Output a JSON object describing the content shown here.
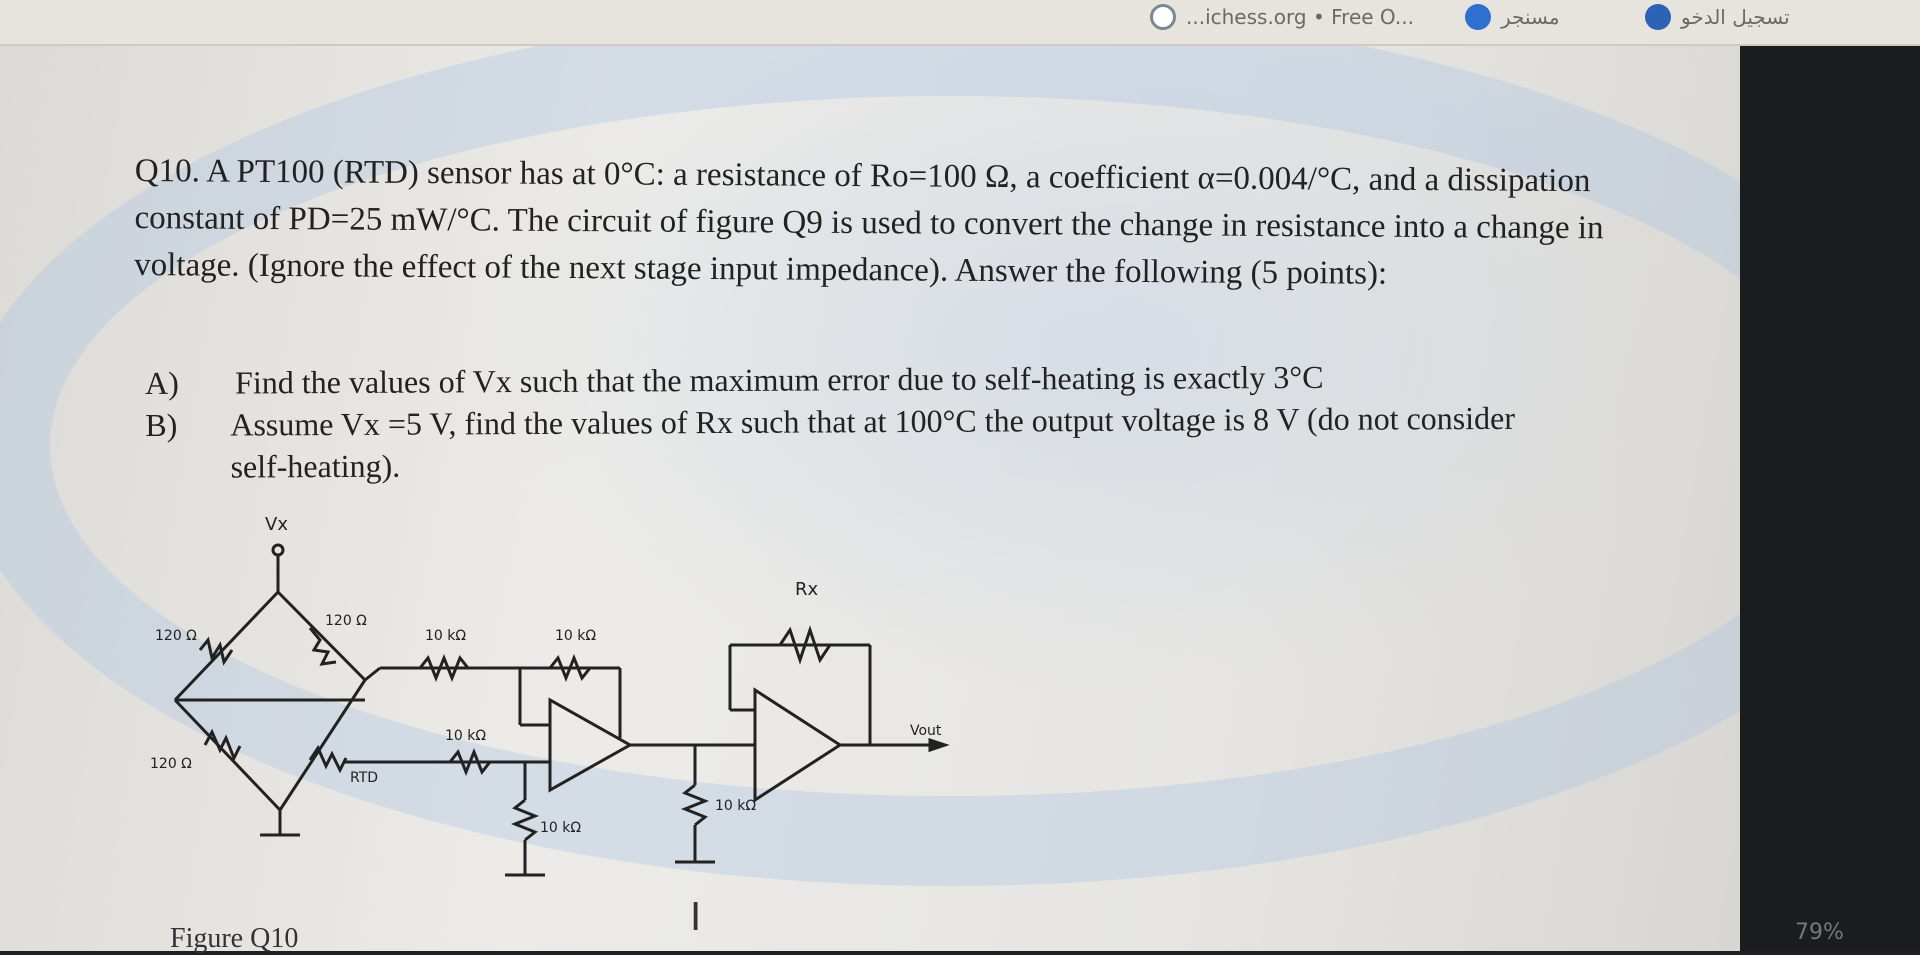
{
  "bookmarks": [
    {
      "label": "...ichess.org • Free O...",
      "icon": "chess-icon"
    },
    {
      "label": "مسنجر",
      "icon": "facebook-icon"
    },
    {
      "label": "تسجيل الدخو",
      "icon": "globe-icon"
    }
  ],
  "question": {
    "text": "Q10. A PT100 (RTD) sensor has at 0°C: a resistance of Ro=100 Ω, a coefficient α=0.004/°C, and a dissipation constant of PD=25 mW/°C. The circuit of figure Q9 is used to convert the change in resistance into a change in voltage. (Ignore the effect of the next stage input impedance). Answer the following (5 points):"
  },
  "parts": [
    {
      "label": "A)",
      "text": "Find the values of Vx such that the maximum error due to self-heating is exactly 3°C"
    },
    {
      "label": "B)",
      "text": "Assume Vx =5 V, find the values of Rx such that at 100°C the output voltage is 8 V (do not consider self-heating)."
    }
  ],
  "figure": {
    "caption": "Figure Q10",
    "labels": {
      "vx": "Vx",
      "rx": "Rx",
      "r1": "120 Ω",
      "r2": "120 Ω",
      "r3": "120 Ω",
      "rtd": "RTD",
      "r_in1": "10 kΩ",
      "r_fb1": "10 kΩ",
      "r_in2": "10 kΩ",
      "r_gnd1": "10 kΩ",
      "r_gnd2": "10 kΩ",
      "vout": "Vout"
    }
  },
  "zoom_text": "79%"
}
